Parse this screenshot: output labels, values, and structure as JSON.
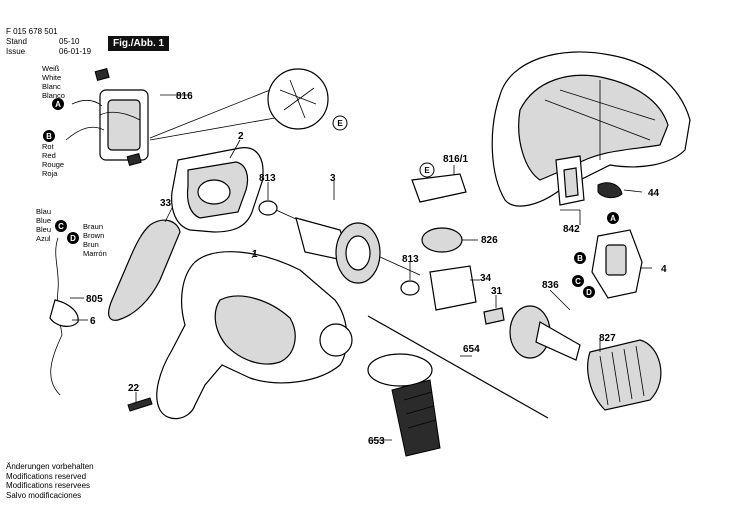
{
  "header": {
    "doc_number": "F 015 678 501",
    "stand_label": "Stand",
    "stand_value": "05-10",
    "issue_label": "Issue",
    "issue_value": "06-01-19",
    "figure_label": "Fig./Abb. 1"
  },
  "color_legend_1": [
    "Weiß",
    "White",
    "Blanc",
    "Blanco"
  ],
  "color_legend_2": [
    "Rot",
    "Red",
    "Rouge",
    "Roja"
  ],
  "color_legend_3": [
    "Blau",
    "Blue",
    "Bleu",
    "Azul"
  ],
  "color_legend_4": [
    "Braun",
    "Brown",
    "Brun",
    "Marrón"
  ],
  "letters": {
    "a": "A",
    "b": "B",
    "c": "C",
    "d": "D",
    "e": "E"
  },
  "callouts": {
    "p816": "816",
    "p2": "2",
    "p813a": "813",
    "p3": "3",
    "p33": "33",
    "p813b": "813",
    "p826": "826",
    "p816_1": "816/1",
    "p44": "44",
    "p842": "842",
    "p4": "4",
    "p805": "805",
    "p6": "6",
    "p1": "1",
    "p34": "34",
    "p31": "31",
    "p836": "836",
    "p827": "827",
    "p654": "654",
    "p22": "22",
    "p653": "653"
  },
  "footer": [
    "Änderungen vorbehalten",
    "Modifications reserved",
    "Modifications reservees",
    "Salvo modificaciones"
  ]
}
